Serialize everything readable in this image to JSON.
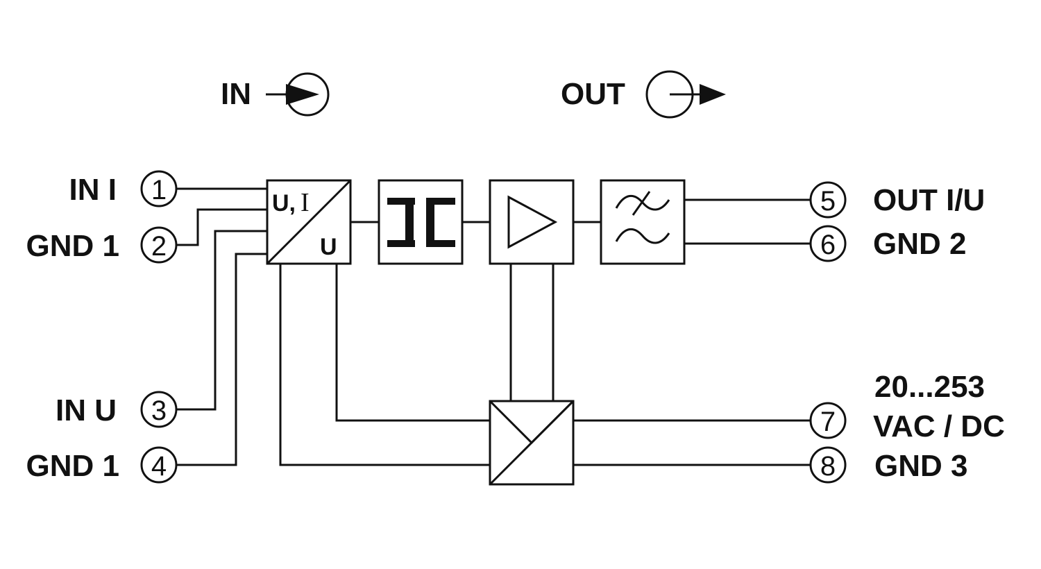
{
  "legend": {
    "in_label": "IN",
    "out_label": "OUT"
  },
  "inputs": [
    {
      "label": "IN I",
      "terminal": "1"
    },
    {
      "label": "GND 1",
      "terminal": "2"
    },
    {
      "label": "IN U",
      "terminal": "3"
    },
    {
      "label": "GND 1",
      "terminal": "4"
    }
  ],
  "outputs": [
    {
      "label": "OUT I/U",
      "terminal": "5"
    },
    {
      "label": "GND 2",
      "terminal": "6"
    },
    {
      "label": "20...253",
      "terminal": "7"
    },
    {
      "label": "VAC / DC",
      "terminal": ""
    },
    {
      "label": "GND 3",
      "terminal": "8"
    }
  ],
  "blocks": {
    "converter": {
      "top_label": "U,",
      "top_label_serif": "I",
      "bottom_label": "U"
    }
  },
  "colors": {
    "stroke": "#111111",
    "background": "#ffffff"
  }
}
